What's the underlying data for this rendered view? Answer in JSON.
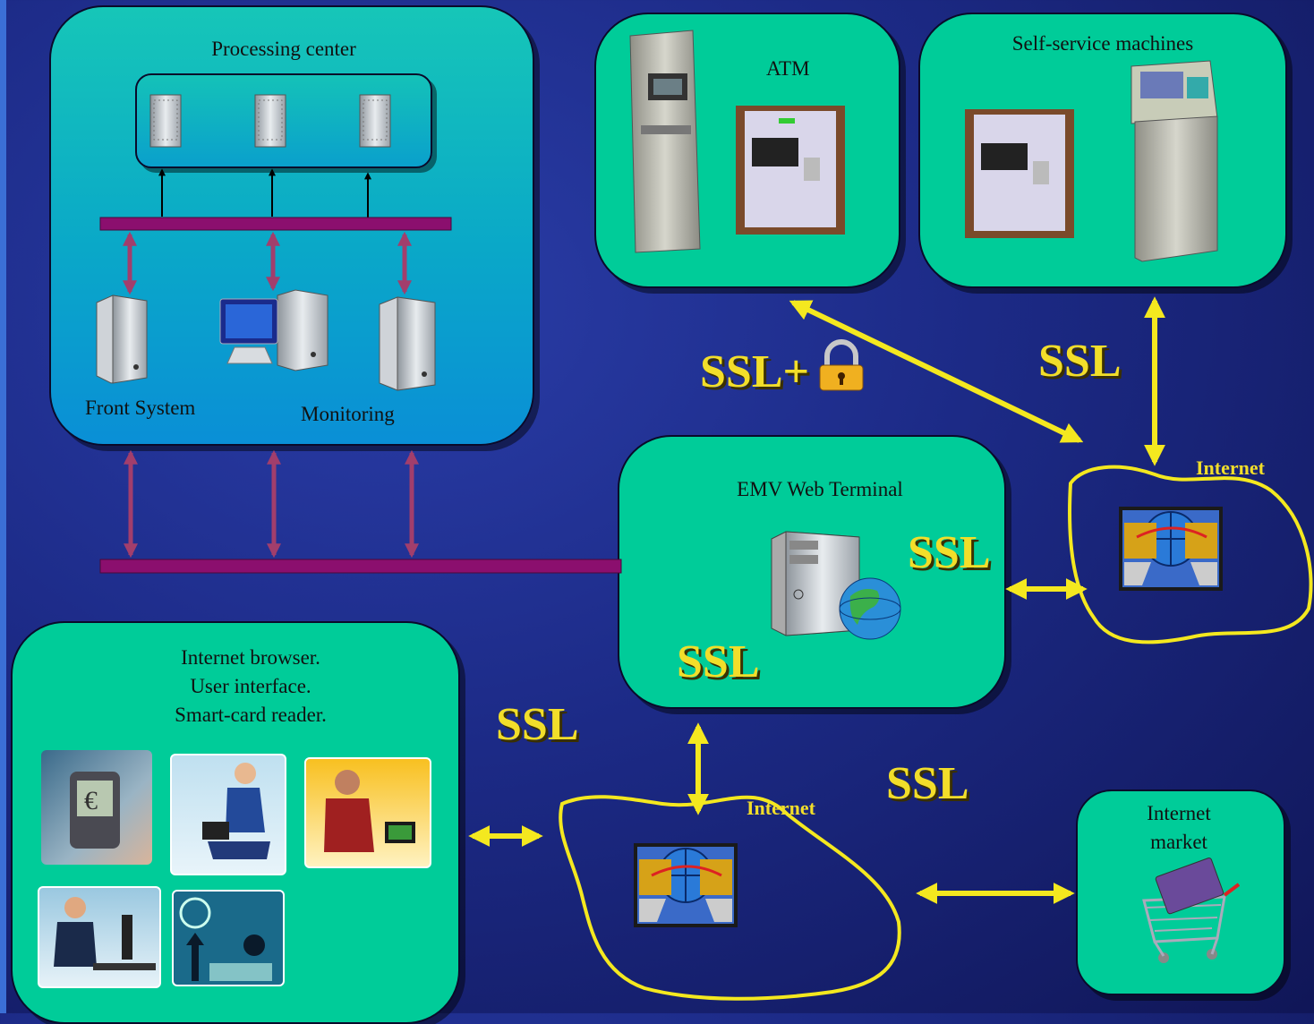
{
  "processing_center": {
    "title": "Processing center",
    "front_system_label": "Front System",
    "monitoring_label": "Monitoring"
  },
  "atm": {
    "title": "ATM"
  },
  "self_service": {
    "title": "Self-service machines"
  },
  "emv": {
    "title": "EMV  Web Terminal"
  },
  "browser": {
    "line1": "Internet browser.",
    "line2": "User interface.",
    "line3": "Smart-card  reader."
  },
  "market": {
    "line1": "Internet",
    "line2": "market"
  },
  "internet_labels": {
    "top": "Internet",
    "bottom": "Internet"
  },
  "ssl_labels": {
    "atm_link": "SSL+",
    "self_service_link": "SSL",
    "emv_right": "SSL",
    "emv_left": "SSL",
    "browser_link": "SSL",
    "market_link": "SSL"
  },
  "icons": {
    "lock": "padlock-icon",
    "globe": "globe-network-icon",
    "server": "server-tower-icon",
    "cart": "shopping-cart-icon"
  },
  "colors": {
    "background": "#1c2a86",
    "box_fill": "#00cc99",
    "bus": "#8b0f6e",
    "connector": "#a03a6a",
    "ssl_text": "#f2de2a",
    "internet_outline": "#f4e81f"
  }
}
